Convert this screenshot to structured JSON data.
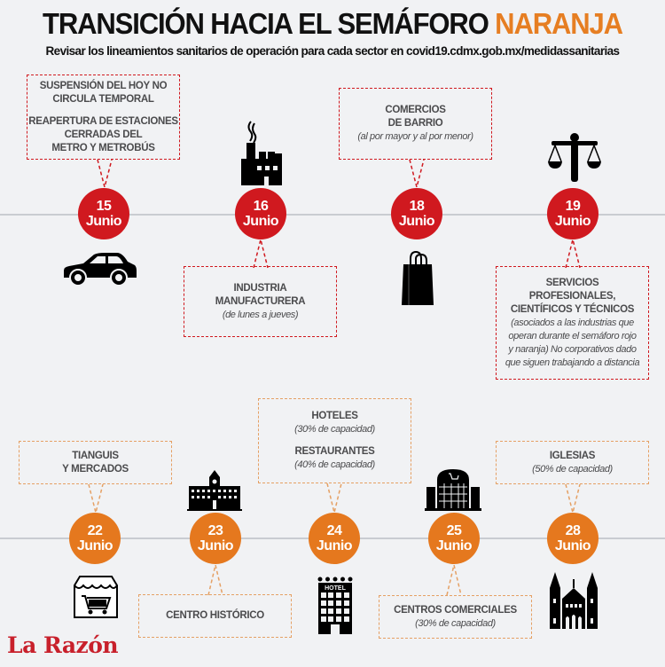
{
  "header": {
    "title_main": "TRANSICIÓN HACIA EL SEMÁFORO ",
    "title_accent": "NARANJA",
    "subtitle": "Revisar los lineamientos sanitarios de operación para cada sector en covid19.cdmx.gob.mx/medidassanitarias"
  },
  "colors": {
    "red": "#d0191f",
    "orange": "#e5781e",
    "background": "#f1f2f4",
    "text": "#4b4b4d"
  },
  "timeline_top": [
    {
      "day": "15",
      "month": "Junio",
      "icon": "car-icon",
      "box": {
        "lines": [
          "SUSPENSIÓN DEL HOY NO",
          "CIRCULA TEMPORAL",
          "",
          "REAPERTURA DE ESTACIONES",
          "CERRADAS DEL",
          "METRO Y METROBÚS"
        ]
      }
    },
    {
      "day": "16",
      "month": "Junio",
      "icon": "factory-icon",
      "box": {
        "title": [
          "INDUSTRIA",
          "MANUFACTURERA"
        ],
        "note": "(de lunes a jueves)"
      }
    },
    {
      "day": "18",
      "month": "Junio",
      "icon": "shopping-bag-icon",
      "box": {
        "title": [
          "COMERCIOS",
          "DE BARRIO"
        ],
        "note": "(al por mayor y al por menor)"
      }
    },
    {
      "day": "19",
      "month": "Junio",
      "icon": "scales-of-justice-icon",
      "box": {
        "title": [
          "SERVICIOS",
          "PROFESIONALES,",
          "CIENTÍFICOS Y TÉCNICOS"
        ],
        "note": [
          "(asociados a las industrias que",
          "operan durante el semáforo rojo",
          "y naranja) No corporativos dado",
          "que siguen trabajando a distancia"
        ]
      }
    }
  ],
  "timeline_bottom": [
    {
      "day": "22",
      "month": "Junio",
      "icon": "market-cart-icon",
      "box": {
        "title": [
          "TIANGUIS",
          "Y MERCADOS"
        ]
      }
    },
    {
      "day": "23",
      "month": "Junio",
      "icon": "historic-building-icon",
      "box": {
        "title": [
          "CENTRO HISTÓRICO"
        ]
      }
    },
    {
      "day": "24",
      "month": "Junio",
      "icon": "hotel-icon",
      "box": {
        "items": [
          {
            "title": "HOTELES",
            "note": "(30% de capacidad)"
          },
          {
            "title": "RESTAURANTES",
            "note": "(40% de capacidad)"
          }
        ]
      },
      "hotel_sign": "HOTEL"
    },
    {
      "day": "25",
      "month": "Junio",
      "icon": "shopping-mall-icon",
      "box": {
        "title": [
          "CENTROS COMERCIALES"
        ],
        "note": "(30% de capacidad)"
      }
    },
    {
      "day": "28",
      "month": "Junio",
      "icon": "church-icon",
      "box": {
        "title": [
          "IGLESIAS"
        ],
        "note": "(50% de capacidad)"
      }
    }
  ],
  "footer": {
    "logo": "La Razón"
  }
}
